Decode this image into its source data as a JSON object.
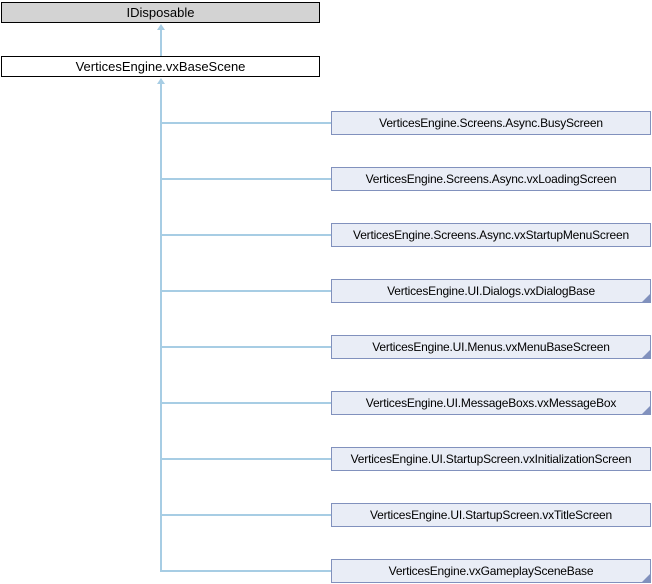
{
  "diagram": {
    "type": "class-inheritance-graph",
    "root": {
      "label": "IDisposable"
    },
    "base": {
      "label": "VerticesEngine.vxBaseScene"
    },
    "derived": [
      {
        "label": "VerticesEngine.Screens.Async.BusyScreen",
        "has_subclasses": false
      },
      {
        "label": "VerticesEngine.Screens.Async.vxLoadingScreen",
        "has_subclasses": false
      },
      {
        "label": "VerticesEngine.Screens.Async.vxStartupMenuScreen",
        "has_subclasses": false
      },
      {
        "label": "VerticesEngine.UI.Dialogs.vxDialogBase",
        "has_subclasses": true
      },
      {
        "label": "VerticesEngine.UI.Menus.vxMenuBaseScreen",
        "has_subclasses": true
      },
      {
        "label": "VerticesEngine.UI.MessageBoxs.vxMessageBox",
        "has_subclasses": true
      },
      {
        "label": "VerticesEngine.UI.StartupScreen.vxInitializationScreen",
        "has_subclasses": false
      },
      {
        "label": "VerticesEngine.UI.StartupScreen.vxTitleScreen",
        "has_subclasses": false
      },
      {
        "label": "VerticesEngine.vxGameplaySceneBase",
        "has_subclasses": true
      }
    ],
    "icons": {
      "arrow_up": "inheritance arrowhead pointing at parent class",
      "folded_corner": "marker indicating class has further subclasses"
    },
    "colors": {
      "background": "#ffffff",
      "root_fill": "#d3d3d3",
      "root_border": "#000000",
      "base_fill": "#ffffff",
      "base_border": "#000000",
      "derived_fill": "#e9edf6",
      "derived_border": "#8191bd",
      "edge": "#a7cde4",
      "text": "#000000"
    }
  }
}
